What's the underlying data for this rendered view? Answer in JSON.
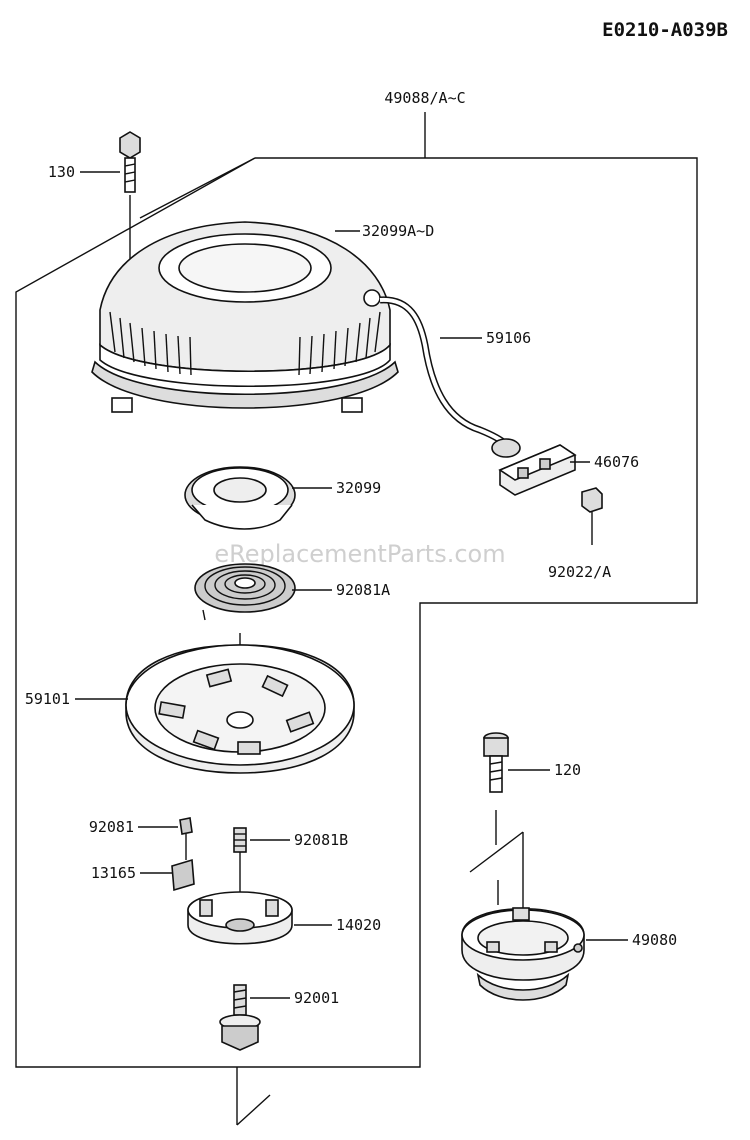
{
  "diagram_code": "E0210-A039B",
  "watermark": "eReplacementParts.com",
  "labels": {
    "assy": "49088/A~C",
    "bolt_130": "130",
    "case": "32099A~D",
    "cable": "59106",
    "handle": "46076",
    "insert": "92022/A",
    "spring_case": "32099",
    "spring": "92081A",
    "pulley": "59101",
    "pin": "92081",
    "ratchet": "13165",
    "spring_b": "92081B",
    "cup": "14020",
    "bolt_92001": "92001",
    "bolt_120": "120",
    "pulley_starter": "49080"
  }
}
